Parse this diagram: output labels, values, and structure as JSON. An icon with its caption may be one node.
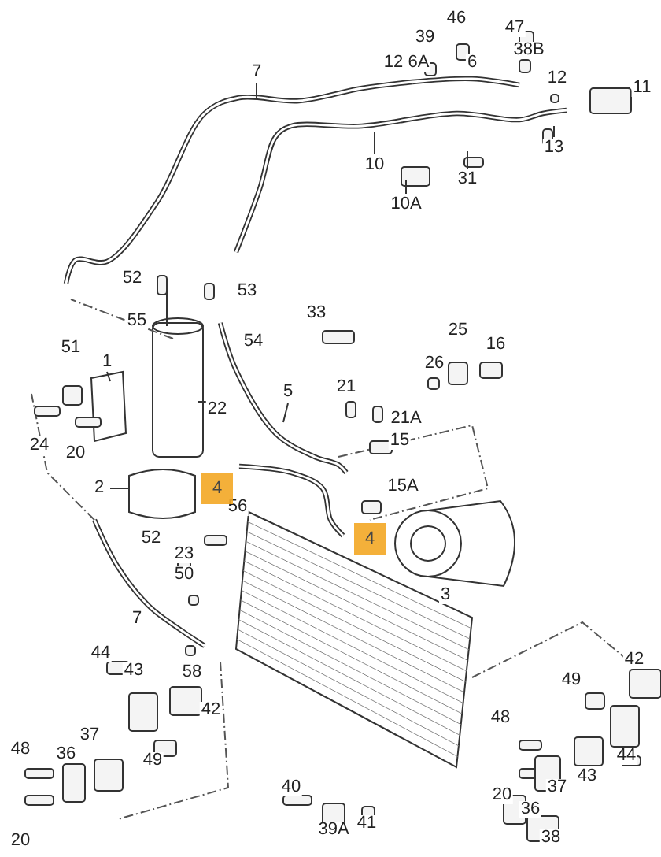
{
  "diagram": {
    "nodes": [
      {
        "text": [
          "4"
        ]
      },
      {
        "text": [
          "4"
        ]
      }
    ],
    "edges": [],
    "labels": [
      "46",
      "47",
      "39",
      "38B",
      "12",
      "6A",
      "6",
      "7",
      "12",
      "11",
      "13",
      "10",
      "31",
      "10A",
      "52",
      "53",
      "33",
      "55",
      "25",
      "54",
      "16",
      "51",
      "1",
      "26",
      "5",
      "21",
      "22",
      "21A",
      "15",
      "24",
      "20",
      "15A",
      "2",
      "56",
      "52",
      "23",
      "50",
      "3",
      "7",
      "44",
      "42",
      "43",
      "58",
      "49",
      "42",
      "48",
      "37",
      "48",
      "36",
      "44",
      "49",
      "43",
      "40",
      "37",
      "20",
      "36",
      "41",
      "39A",
      "38",
      "20"
    ]
  }
}
